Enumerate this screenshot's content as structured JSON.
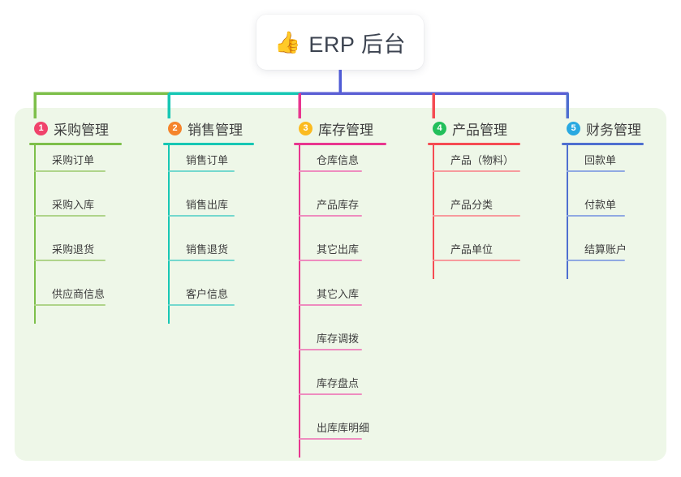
{
  "root": {
    "icon": "thumbs-up-emoji",
    "icon_glyph": "👍",
    "title": "ERP 后台"
  },
  "canvas": {
    "background": "#ffffff",
    "panel_background": "#EEF7E8"
  },
  "connector_colors": {
    "trunk": "#4F5BD5",
    "segment_left": "#7DBF4A",
    "segment_mid": "#17C7B4",
    "segment_right": "#5B5FD4"
  },
  "branches": [
    {
      "number": "1",
      "title": "采购管理",
      "badge_color": "#F0436B",
      "line_color": "#7DBF4A",
      "leaf_rule_color": "#AFD48A",
      "drop_color": "#7DBF4A",
      "leaves": [
        "采购订单",
        "采购入库",
        "采购退货",
        "供应商信息"
      ]
    },
    {
      "number": "2",
      "title": "销售管理",
      "badge_color": "#F5842B",
      "line_color": "#17C7B4",
      "leaf_rule_color": "#74D8CE",
      "drop_color": "#17C7B4",
      "leaves": [
        "销售订单",
        "销售出库",
        "销售退货",
        "客户信息"
      ]
    },
    {
      "number": "3",
      "title": "库存管理",
      "badge_color": "#FBBB20",
      "line_color": "#E8368F",
      "leaf_rule_color": "#EE8CBF",
      "drop_color": "#E8368F",
      "leaves": [
        "仓库信息",
        "产品库存",
        "其它出库",
        "其它入库",
        "库存调拨",
        "库存盘点",
        "出库库明细"
      ]
    },
    {
      "number": "4",
      "title": "产品管理",
      "badge_color": "#22BF5B",
      "line_color": "#F54B52",
      "leaf_rule_color": "#F79A9D",
      "drop_color": "#F54B52",
      "leaves": [
        "产品（物料）",
        "产品分类",
        "产品单位"
      ]
    },
    {
      "number": "5",
      "title": "财务管理",
      "badge_color": "#29A9E1",
      "line_color": "#4F6FD0",
      "leaf_rule_color": "#90A9E2",
      "drop_color": "#4F6FD0",
      "leaves": [
        "回款单",
        "付款单",
        "结算账户"
      ]
    }
  ]
}
